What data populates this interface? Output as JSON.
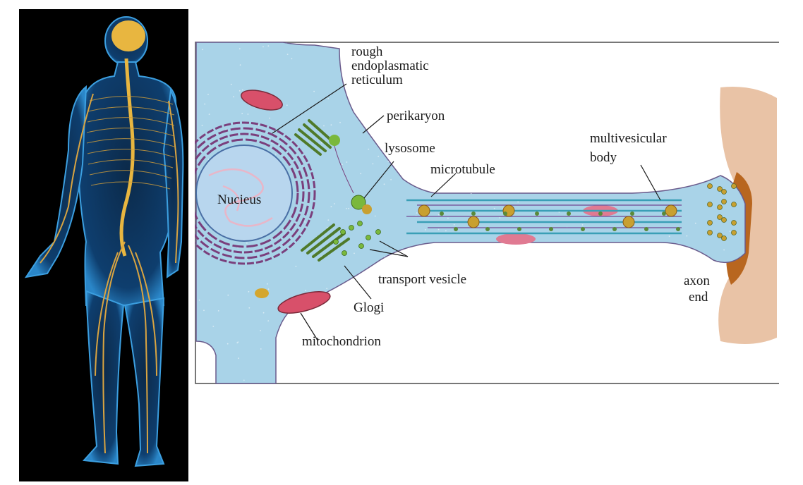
{
  "figure": {
    "left_panel": {
      "subject": "human nervous system illustration",
      "colors": {
        "background": "#000000",
        "body_glow": "#2a86c8",
        "nerves": "#d9a441",
        "brain": "#e8b640"
      }
    },
    "right_panel": {
      "subject": "neuron cell structure diagram",
      "colors": {
        "cytoplasm": "#a9d3e8",
        "membrane": "#6a5b8c",
        "nucleus": "#b8d6ee",
        "er": "#7a3f7c",
        "mitochondrion": "#d8506a",
        "golgi": "#4f7a2a",
        "lysosome": "#7ab83c",
        "microtubule": "#3a9fb6",
        "vesicle": "#c8a030",
        "axon_target": "#e9c3a6",
        "synapse": "#b8661f"
      },
      "labels": {
        "rough_er": [
          "rough",
          "endoplasmatic",
          "reticulum"
        ],
        "perikaryon": "perikaryon",
        "lysosome": "lysosome",
        "microtubule": "microtubule",
        "multivesicular_body": [
          "multivesicular",
          "body"
        ],
        "nucleus": "Nucieus",
        "transport_vesicle": "transport vesicle",
        "golgi": "Glogi",
        "mitochondrion": "mitochondrion",
        "axon_end": [
          "axon",
          "end"
        ]
      }
    }
  }
}
